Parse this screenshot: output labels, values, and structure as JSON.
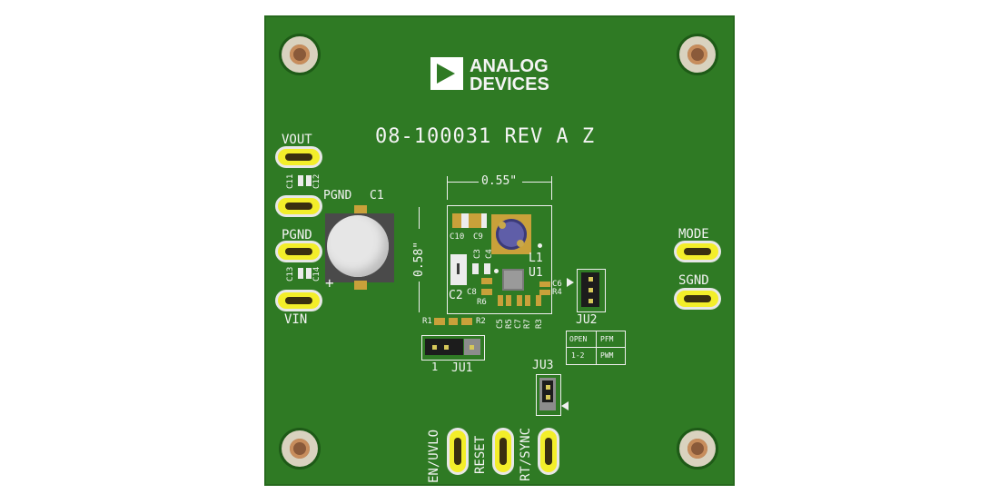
{
  "logo": {
    "line1": "ANALOG",
    "line2": "DEVICES"
  },
  "board_id": "08-100031 REV A Z",
  "dimensions": {
    "width": "0.55\"",
    "height": "0.58\""
  },
  "terminals": {
    "vout": "VOUT",
    "pgnd_top": "PGND",
    "pgnd_c1": "PGND",
    "vin": "VIN",
    "mode": "MODE",
    "sgnd": "SGND",
    "en_uvlo": "EN/UVLO",
    "reset": "RESET",
    "rt_sync": "RT/SYNC"
  },
  "refdes": {
    "c1": "C1",
    "c2": "C2",
    "c3": "C3",
    "c4": "C4",
    "c5": "C5",
    "c6": "C6",
    "c7": "C7",
    "c8": "C8",
    "c9": "C9",
    "c10": "C10",
    "c11": "C11",
    "c12": "C12",
    "c13": "C13",
    "c14": "C14",
    "r1": "R1",
    "r2": "R2",
    "r3": "R3",
    "r4": "R4",
    "r5": "R5",
    "r6": "R6",
    "r7": "R7",
    "l1": "L1",
    "u1": "U1",
    "ju1": "JU1",
    "ju2": "JU2",
    "ju3": "JU3",
    "ju1_pin1": "1",
    "plus": "+"
  },
  "mode_table": {
    "r1c1": "OPEN",
    "r1c2": "PFM",
    "r2c1": "1-2",
    "r2c2": "PWM"
  },
  "colors": {
    "board": "#2f7a24",
    "silkscreen": "#f4f4f4",
    "pad_gold": "#c9a13a",
    "loop_yellow": "#f3ee2a"
  }
}
